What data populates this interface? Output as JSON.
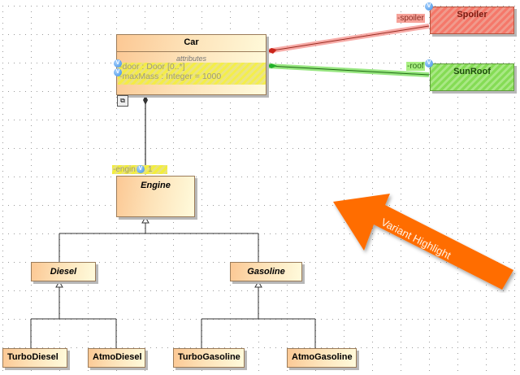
{
  "diagram": {
    "type": "UML class diagram",
    "classes": {
      "car": {
        "name": "Car",
        "section_label": "attributes",
        "attributes": [
          "-door : Door [0..*]",
          "-maxMass : Integer = 1000"
        ],
        "variant_badges": [
          "V",
          "V"
        ]
      },
      "spoiler": {
        "name": "Spoiler",
        "role": "-spoiler",
        "variant_badge": "V",
        "highlight": "removed",
        "color": "#f5786a"
      },
      "sunroof": {
        "name": "SunRoof",
        "role": "-roof",
        "variant_badge": "V",
        "highlight": "added",
        "color": "#85dc55"
      },
      "engine": {
        "name": "Engine",
        "abstract": true,
        "role": "-engin",
        "multiplicity": "1",
        "variant_badge": "V"
      },
      "diesel": {
        "name": "Diesel",
        "abstract": true
      },
      "gasoline": {
        "name": "Gasoline",
        "abstract": true
      },
      "turbodiesel": {
        "name": "TurboDiesel"
      },
      "atmodiesel": {
        "name": "AtmoDiesel"
      },
      "turbogasoline": {
        "name": "TurboGasoline"
      },
      "atmogasoline": {
        "name": "AtmoGasoline"
      }
    },
    "callout": {
      "text": "Variant Highlight",
      "color": "#ff6d00"
    },
    "highlight_colors": {
      "removed": "#f5786a",
      "added": "#85dc55",
      "modified": "#f3ee3c"
    }
  }
}
